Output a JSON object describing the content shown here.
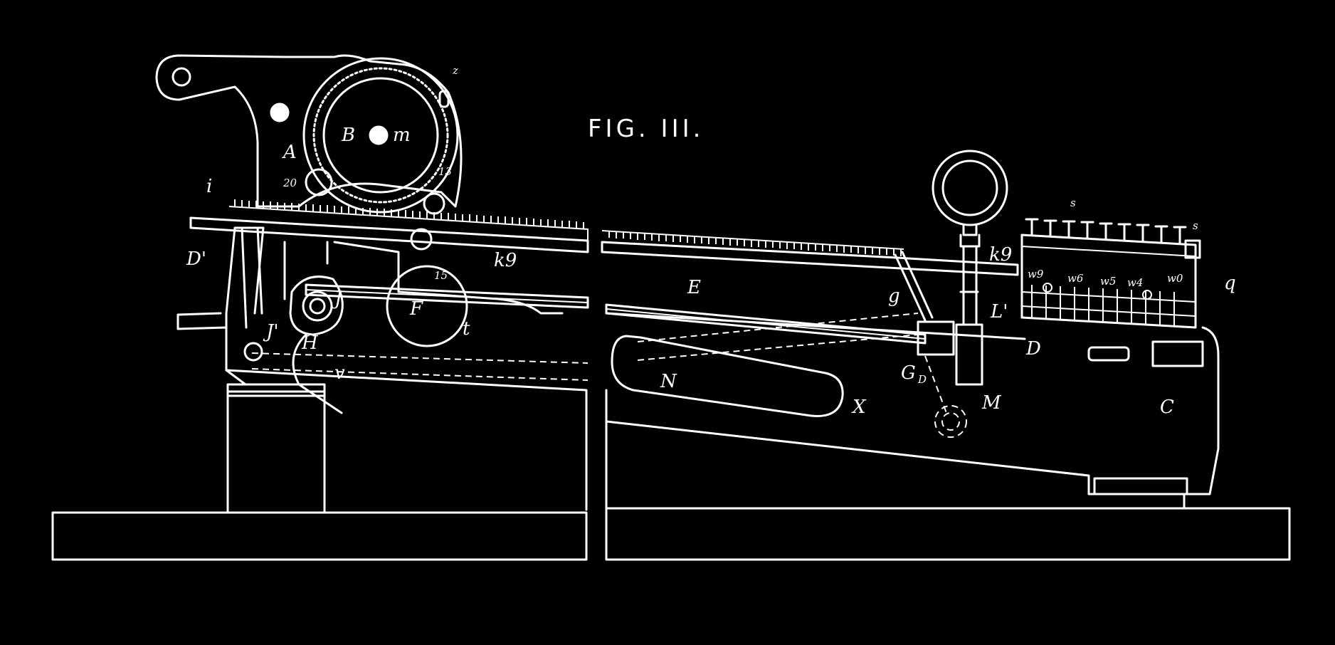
{
  "figure": {
    "title": "FIG. III.",
    "labels": {
      "A": "A",
      "B": "B",
      "m": "m",
      "z": "z",
      "n20": "20",
      "n13": "13",
      "i": "i",
      "D1": "D'",
      "k9_left": "k9",
      "n15": "15",
      "F": "F",
      "t": "t",
      "J": "J",
      "J1": "J'",
      "H": "H",
      "v": "v",
      "E": "E",
      "N": "N",
      "X": "X",
      "g": "g",
      "G": "G",
      "D_small": "D",
      "M": "M",
      "k9_right": "k9",
      "s_top": "s",
      "s_right": "s",
      "q": "q",
      "L1": "L'",
      "w9": "w9",
      "w6": "w6",
      "w5": "w5",
      "w4": "w4",
      "w0": "w0",
      "D": "D",
      "C": "C"
    }
  }
}
